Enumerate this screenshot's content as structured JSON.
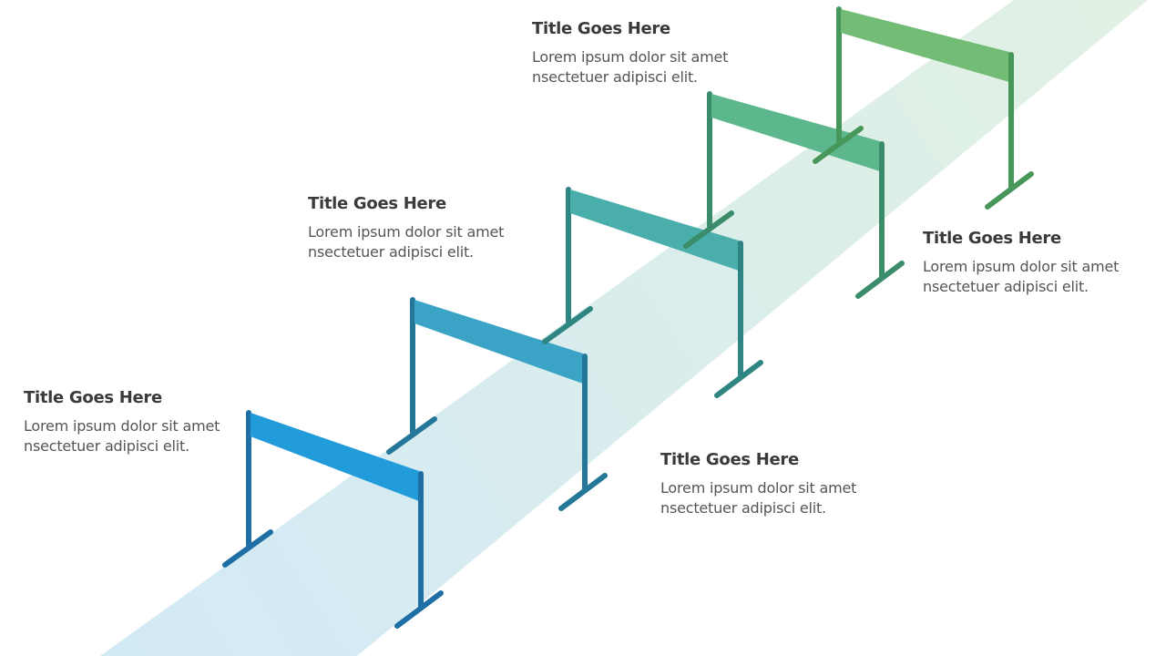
{
  "colors": {
    "track_start": "#d2e9f6",
    "track_end": "#e2f1e3",
    "hurdles": [
      {
        "bar": "#229bdb",
        "post": "#1f6fa5"
      },
      {
        "bar": "#3aa3c6",
        "post": "#25779a"
      },
      {
        "bar": "#4aaeaa",
        "post": "#2e8581"
      },
      {
        "bar": "#5cb78d",
        "post": "#3b8c6a"
      },
      {
        "bar": "#72bc75",
        "post": "#47965a"
      }
    ]
  },
  "steps": [
    {
      "title": "Title Goes Here",
      "body": "Lorem ipsum dolor sit amet\nnsectetuer adipisci elit."
    },
    {
      "title": "Title Goes Here",
      "body": "Lorem ipsum dolor sit amet\nnsectetuer adipisci elit."
    },
    {
      "title": "Title Goes Here",
      "body": "Lorem ipsum dolor sit amet\nnsectetuer adipisci elit."
    },
    {
      "title": "Title Goes Here",
      "body": "Lorem ipsum dolor sit amet\nnsectetuer adipisci elit."
    },
    {
      "title": "Title Goes Here",
      "body": "Lorem ipsum dolor sit amet\nnsectetuer adipisci elit."
    }
  ]
}
